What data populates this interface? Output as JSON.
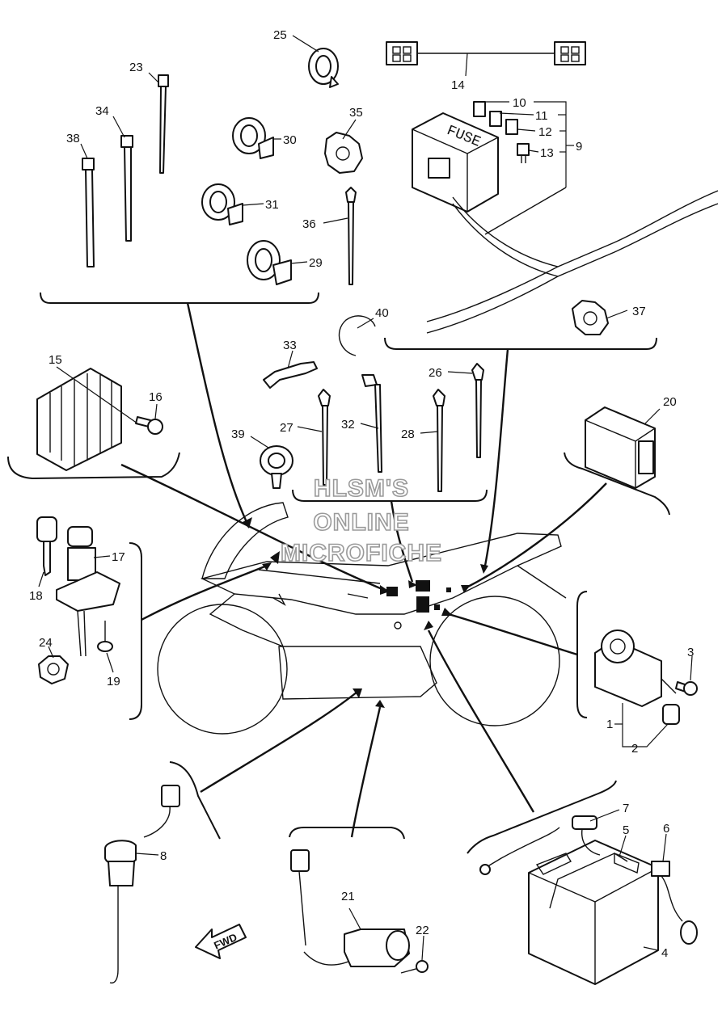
{
  "watermark": {
    "line1": "HLSM'S",
    "line2": "ONLINE",
    "line3": "MICROFICHE"
  },
  "direction_label": "FWD",
  "fuse_label": "FUSE",
  "callouts": {
    "p1": "1",
    "p2": "2",
    "p3": "3",
    "p4": "4",
    "p5": "5",
    "p6": "6",
    "p7": "7",
    "p8": "8",
    "p9": "9",
    "p10": "10",
    "p11": "11",
    "p12": "12",
    "p13": "13",
    "p14": "14",
    "p15": "15",
    "p16": "16",
    "p17": "17",
    "p18": "18",
    "p19": "19",
    "p20": "20",
    "p21": "21",
    "p22": "22",
    "p23": "23",
    "p24": "24",
    "p25": "25",
    "p26": "26",
    "p27": "27",
    "p28": "28",
    "p29": "29",
    "p30": "30",
    "p31": "31",
    "p32": "32",
    "p33": "33",
    "p34": "34",
    "p35": "35",
    "p36": "36",
    "p37": "37",
    "p38": "38",
    "p39": "39",
    "p40": "40"
  },
  "colors": {
    "line": "#111111",
    "background": "#ffffff",
    "watermark": "#9a9a9a"
  }
}
